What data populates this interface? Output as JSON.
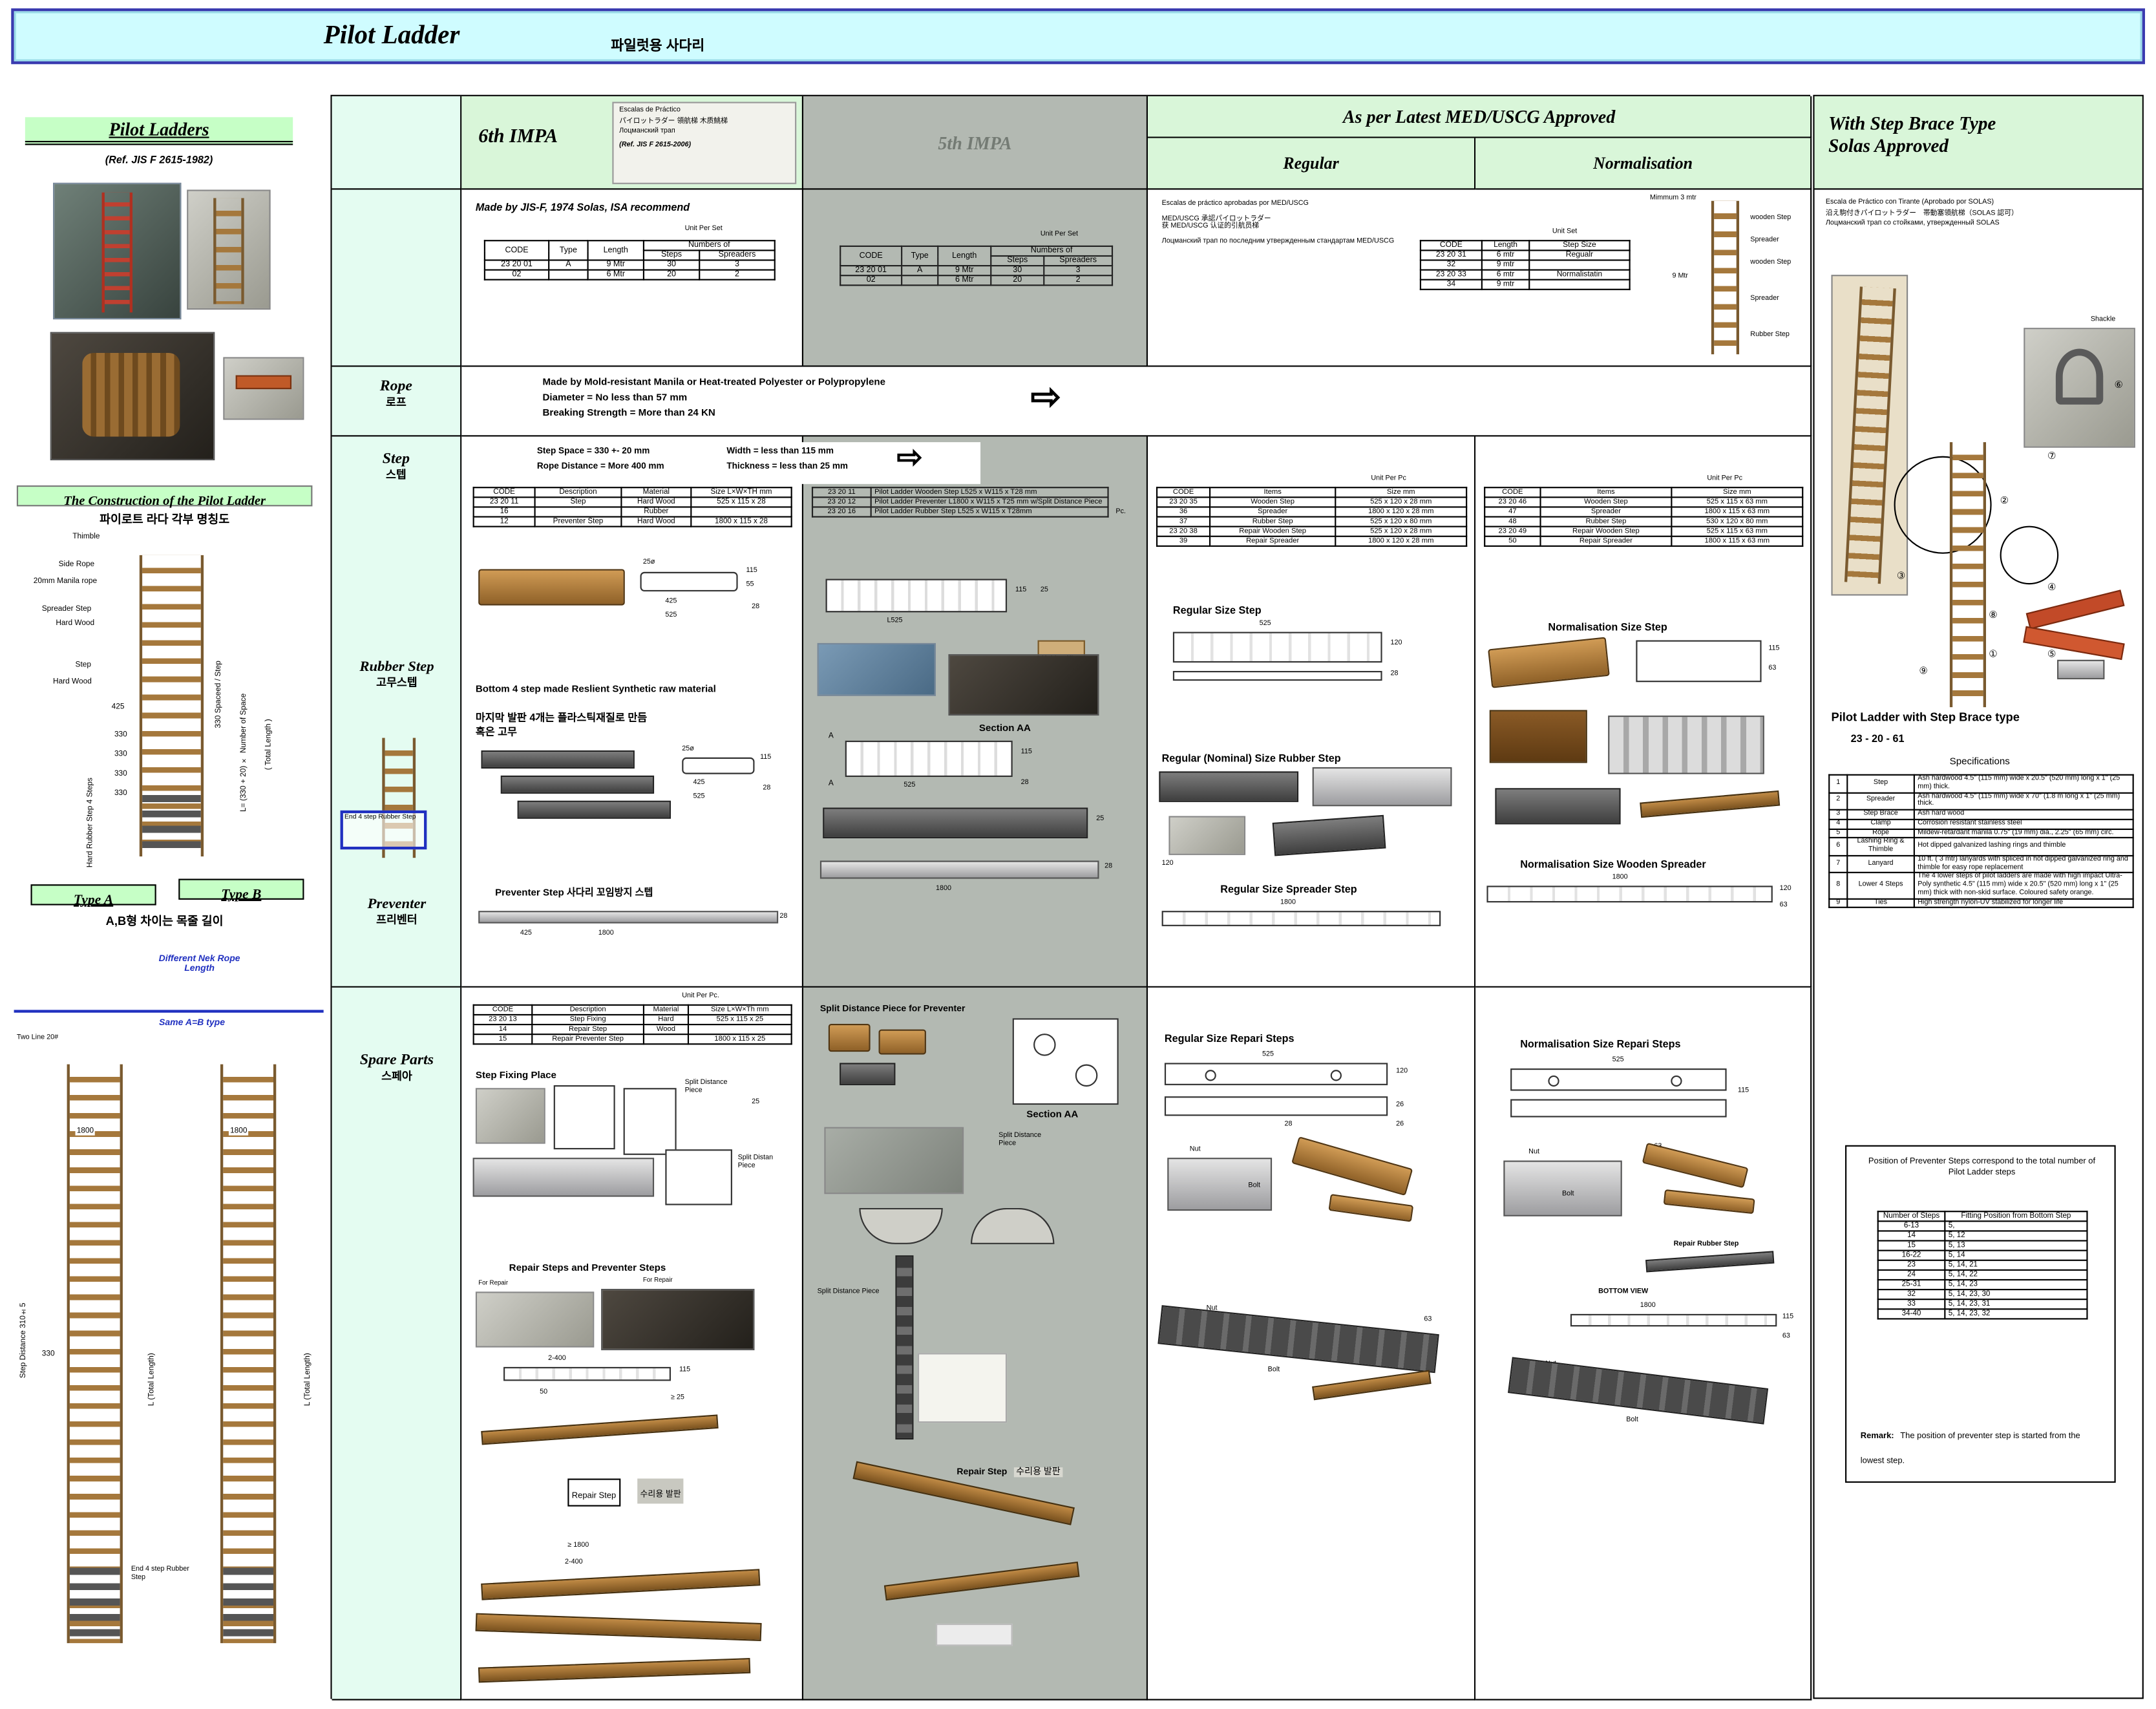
{
  "icons": {
    "arrow_right": "⇨",
    "circled": [
      "①",
      "②",
      "③",
      "④",
      "⑤",
      "⑥",
      "⑦",
      "⑧",
      "⑨"
    ]
  },
  "banner": {
    "title": "Pilot Ladder",
    "subtitle": "파일럿용 사다리"
  },
  "left": {
    "title": "Pilot Ladders",
    "ref": "(Ref. JIS F 2615-1982)",
    "construction_title": "The Construction of the Pilot Ladder",
    "construction_korean": "파이로트 라다 각부 명칭도",
    "diagram": {
      "thimble": "Thimble",
      "side_rope": "Side Rope",
      "manila_rope": "20mm Manila rope",
      "spreader_step": "Spreader Step",
      "hard_wood": "Hard Wood",
      "step": "Step",
      "hard_wood2": "Hard Wood",
      "d425": "425",
      "d330": "330",
      "spaceed": "330 Spaceed / Step",
      "formula": "L= (330 + 20) × Number of Space",
      "total": "( Total Length )",
      "rubber4": "Hard Rubber Step 4 Steps"
    },
    "type_a": "Type A",
    "type_b": "Type B",
    "ab_note": "A,B형 차이는 목줄 길이",
    "different_note": "Different Nek Rope Length",
    "same_note": "Same A=B type",
    "two_line": "Two Line 20#",
    "d1800": "1800",
    "d330": "330",
    "step_distance": "Step Distance 310±5",
    "total_length": "L (Total Length)",
    "end4": "End 4 step Rubber Step"
  },
  "header": {
    "impa6": {
      "title": "6th IMPA",
      "lines": [
        "Escalas de Práctico",
        "パイロットラダー  領航梯  木质鮡梯",
        "Лоцманский трап",
        "(Ref. JIS F 2615-2006)"
      ]
    },
    "impa5": "5th IMPA",
    "med": "As per Latest MED/USCG Approved",
    "regular": "Regular",
    "normalisation": "Normalisation",
    "brace_line1": "With Step Brace Type",
    "brace_line2": "Solas Approved"
  },
  "intro": {
    "impa6": {
      "made_by": "Made by JIS-F, 1974 Solas, ISA recommend",
      "unit": "Unit Per Set",
      "h_code": "CODE",
      "h_type": "Type",
      "h_length": "Length",
      "h_numbers": "Numbers of",
      "h_steps": "Steps",
      "h_spreaders": "Spreaders",
      "rows": [
        [
          "23 20 01",
          "A",
          "9 Mtr",
          "30",
          "3"
        ],
        [
          "02",
          "",
          "6 Mtr",
          "20",
          "2"
        ]
      ]
    },
    "impa5": {
      "unit": "Unit Per Set",
      "h_code": "CODE",
      "h_type": "Type",
      "h_length": "Length",
      "h_numbers": "Numbers of",
      "h_steps": "Steps",
      "h_spreaders": "Spreaders",
      "rows": [
        [
          "23 20 01",
          "A",
          "9 Mtr",
          "30",
          "3"
        ],
        [
          "02",
          "",
          "6 Mtr",
          "20",
          "2"
        ]
      ]
    },
    "med": {
      "lines": [
        "Escalas de práctico aprobadas por MED/USCG",
        "MED/USCG 承認パイロットラダー",
        "获 MED/USCG 认证的引航员梯",
        "Лоцманский трап по последним утвержденным стандартам MED/USCG"
      ],
      "unit": "Unit Set",
      "h_code": "CODE",
      "h_length": "Length",
      "h_size": "Step Size",
      "rows": [
        [
          "23 20 31",
          "6 mtr",
          "Regualr"
        ],
        [
          "32",
          "9 mtr",
          ""
        ],
        [
          "23 20 33",
          "6 mtr",
          "Normalistatin"
        ],
        [
          "34",
          "9 mtr",
          ""
        ]
      ],
      "min": "Mimmum 3 mtr",
      "nine": "9 Mtr",
      "labels": [
        "wooden Step",
        "Spreader",
        "wooden Step",
        "Spreader",
        "Rubber Step"
      ]
    },
    "brace_lines": [
      "Escala de Práctico con Tirante (Aprobado por SOLAS)",
      "沿え駒付きパイロットラダー　帯動塞領航梯（SOLAS 認可）",
      "Лоцманский трап со стойками, утвержденный SOLAS"
    ]
  },
  "rope": {
    "label": "Rope",
    "korean": "로프",
    "lines": [
      "Made by Mold-resistant Manila or Heat-treated Polyester or Polypropylene",
      "Diameter = No less than 57 mm",
      "Breaking Strength = More than 24 KN"
    ]
  },
  "step": {
    "label": "Step",
    "korean": "스텝",
    "spec1": "Step Space = 330 +- 20 mm",
    "spec2": "Rope Distance = More 400 mm",
    "spec3": "Width = less than 115 mm",
    "spec4": "Thickness = less than 25 mm",
    "impa6": {
      "h_code": "CODE",
      "h_desc": "Description",
      "h_mat": "Material",
      "h_size": "Size L×W×TH mm",
      "rows": [
        [
          "23 20 11",
          "Step",
          "Hard Wood",
          "525 x 115 x 28"
        ],
        [
          "16",
          "",
          "Rubber",
          ""
        ],
        [
          "12",
          "Preventer Step",
          "Hard Wood",
          "1800 x 115 x 28"
        ]
      ],
      "d25o": "25ø",
      "d115": "115",
      "d55": "55",
      "d425": "425",
      "d525": "525",
      "d28": "28"
    },
    "impa5": {
      "rows": [
        [
          "23 20 11",
          "Pilot Ladder Wooden Step L525 x W115 x T28 mm"
        ],
        [
          "23 20 12",
          "Pilot Ladder Preventer L1800 x W115 x T25 mm w/Split Distance Piece"
        ],
        [
          "23 20 16",
          "Pilot Ladder Rubber Step L525 x W115 x T28mm"
        ]
      ],
      "pc": "Pc.",
      "L525": "L525",
      "d115": "115",
      "d25": "25",
      "sectionAA": "Section AA",
      "rubber_step": "Rubber Step",
      "a": "A",
      "d525": "525",
      "d28": "28",
      "d1800": "1800"
    },
    "regular": {
      "unit": "Unit Per Pc",
      "h_code": "CODE",
      "h_items": "Items",
      "h_size": "Size mm",
      "rows": [
        [
          "23 20 35",
          "Wooden Step",
          "525 x 120 x 28 mm"
        ],
        [
          "36",
          "Spreader",
          "1800 x 120 x 28 mm"
        ],
        [
          "37",
          "Rubber Step",
          "525 x 120 x 80 mm"
        ],
        [
          "23 20 38",
          "Repair Wooden Step",
          "525 x 120 x 28 mm"
        ],
        [
          "39",
          "Repair Spreader",
          "1800 x 120 x 28 mm"
        ]
      ],
      "t_step": "Regular Size Step",
      "t_rubber": "Regular (Nominal) Size Rubber Step",
      "t_spreader": "Regular Size Spreader Step",
      "d525": "525",
      "d120": "120",
      "d28": "28",
      "d1800": "1800"
    },
    "normal": {
      "unit": "Unit Per Pc",
      "h_code": "CODE",
      "h_items": "Items",
      "h_size": "Size mm",
      "rows": [
        [
          "23 20 46",
          "Wooden Step",
          "525 x 115 x 63 mm"
        ],
        [
          "47",
          "Spreader",
          "1800 x 115 x 63 mm"
        ],
        [
          "48",
          "Rubber Step",
          "530 x 120 x 80 mm"
        ],
        [
          "23 20 49",
          "Repair Wooden Step",
          "525 x 115 x 63 mm"
        ],
        [
          "50",
          "Repair Spreader",
          "1800 x 115 x 63 mm"
        ]
      ],
      "t_step": "Normalisation Size Step",
      "t_spreader": "Normalisation Size Wooden Spreader",
      "d115": "115",
      "d63": "63",
      "d1800": "1800",
      "d120": "120"
    }
  },
  "rubber": {
    "label": "Rubber Step",
    "korean": "고무스텝",
    "note_en": "Bottom 4 step made Reslient Synthetic raw material",
    "note_kr1": "마지막 발판 4개는 플라스틱재질로 만듬",
    "note_kr2": "혹은 고무",
    "end4": "End 4 step Rubber Step",
    "preventer_caption": "Preventer Step   사다리 꼬임방지 스텝"
  },
  "preventer": {
    "label": "Preventer",
    "korean": "프리벤터"
  },
  "spare": {
    "label": "Spare Parts",
    "korean": "스페아",
    "impa6": {
      "unit": "Unit Per Pc.",
      "h_code": "CODE",
      "h_desc": "Description",
      "h_mat": "Material",
      "h_size": "Size L×W×Th mm",
      "rows": [
        [
          "23 20 13",
          "Step Fixing",
          "Hard",
          "525 x 115 x 25"
        ],
        [
          "14",
          "Repair Step",
          "Wood",
          ""
        ],
        [
          "15",
          "Repair Preventer Step",
          "",
          "1800 x 115 x 25"
        ]
      ],
      "t_fixing": "Step Fixing Place",
      "split": "Split Distance Piece",
      "split2": "Split Distan Piece",
      "t_repair": "Repair Steps and Preventer Steps",
      "for_repair": "For Repair",
      "repair_step": "Repair Step",
      "repair_kr": "수리용 발판",
      "d25": "25",
      "d2400": "2-400",
      "d115": "115",
      "d50": "50",
      "dge25": "≥ 25",
      "dge1800": "≥ 1800"
    },
    "impa5": {
      "t_split": "Split Distance Piece for Preventer",
      "sectionAA": "Section AA",
      "split": "Split Distance Piece",
      "repair_step": "Repair Step",
      "repair_kr": "수리용 발판"
    },
    "regular": {
      "title": "Regular Size Repari Steps",
      "d525": "525",
      "d120": "120",
      "d26": "26",
      "d28": "28",
      "d63": "63",
      "nut": "Nut",
      "bolt": "Bolt"
    },
    "normal": {
      "title": "Normalisation Size Repari Steps",
      "d525": "525",
      "d115": "115",
      "d63": "63",
      "d1800": "1800",
      "nut": "Nut",
      "bolt": "Bolt",
      "repair_rubber": "Repair Rubber Step",
      "bottom_view": "BOTTOM VIEW"
    }
  },
  "brace": {
    "shackle": "Shackle",
    "title": "Pilot Ladder with Step Brace type",
    "code": "23 - 20 - 61",
    "spec_title": "Specifications",
    "specs": [
      [
        "1",
        "Step",
        "Ash hardwood 4.5\" (115 mm) wide x 20.5\" (520 mm) long x 1\" (25 mm) thick."
      ],
      [
        "2",
        "Spreader",
        "Ash hardwood 4.5\" (115 mm) wide x 70\" (1.8 m long x 1\" (25 mm) thick."
      ],
      [
        "3",
        "Step Brace",
        "Ash hard wood"
      ],
      [
        "4",
        "Clamp",
        "Corrosion resistant stainless steel"
      ],
      [
        "5",
        "Rope",
        "Mildew-retardant manila 0.75\" (19 mm) dia., 2.25\" (65 mm) circ."
      ],
      [
        "6",
        "Lashing Ring & Thimble",
        "Hot dipped galvanized lashing rings and thimble"
      ],
      [
        "7",
        "Lanyard",
        "10 ft. ( 3 mtr) lanyards with spliced in hot dipped galvanized ring and thimble for easy rope replacement"
      ],
      [
        "8",
        "Lower 4 Steps",
        "The 4 lower steps of pilot ladders are made with high impact Ultra-Poly synthetic 4.5\" (115 mm) wide x 20.5\" (520 mm) long x 1\" (25 mm) thick with non-skid surface. Coloured safety orange."
      ],
      [
        "9",
        "Ties",
        "High strength nylon-UV stabilized for longer life"
      ]
    ],
    "position": {
      "intro": "Position of Preventer Steps correspond to the total number of Pilot Ladder steps",
      "h_num": "Number of Steps",
      "h_fit": "Fitting Position from Bottom Step",
      "rows": [
        [
          "6-13",
          "5,"
        ],
        [
          "14",
          "5, 12"
        ],
        [
          "15",
          "5, 13"
        ],
        [
          "16-22",
          "5, 14"
        ],
        [
          "23",
          "5, 14, 21"
        ],
        [
          "24",
          "5, 14, 22"
        ],
        [
          "25-31",
          "5, 14, 23"
        ],
        [
          "32",
          "5, 14, 23, 30"
        ],
        [
          "33",
          "5, 14, 23, 31"
        ],
        [
          "34-40",
          "5, 14, 23, 32"
        ]
      ],
      "remark_label": "Remark:",
      "remark": "The position of preventer step is started from the lowest step."
    }
  }
}
